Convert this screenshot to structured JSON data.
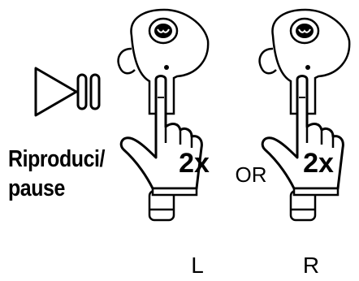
{
  "instruction": {
    "action_line_1": "Riproduci/",
    "action_line_2": "pause",
    "icon": "play-pause-icon"
  },
  "gesture": {
    "left_label": "2x",
    "right_label": "2x",
    "conjunction": "OR"
  },
  "earbuds": {
    "left_label": "L",
    "right_label": "R"
  },
  "colors": {
    "ink": "#000000",
    "background": "#ffffff"
  }
}
